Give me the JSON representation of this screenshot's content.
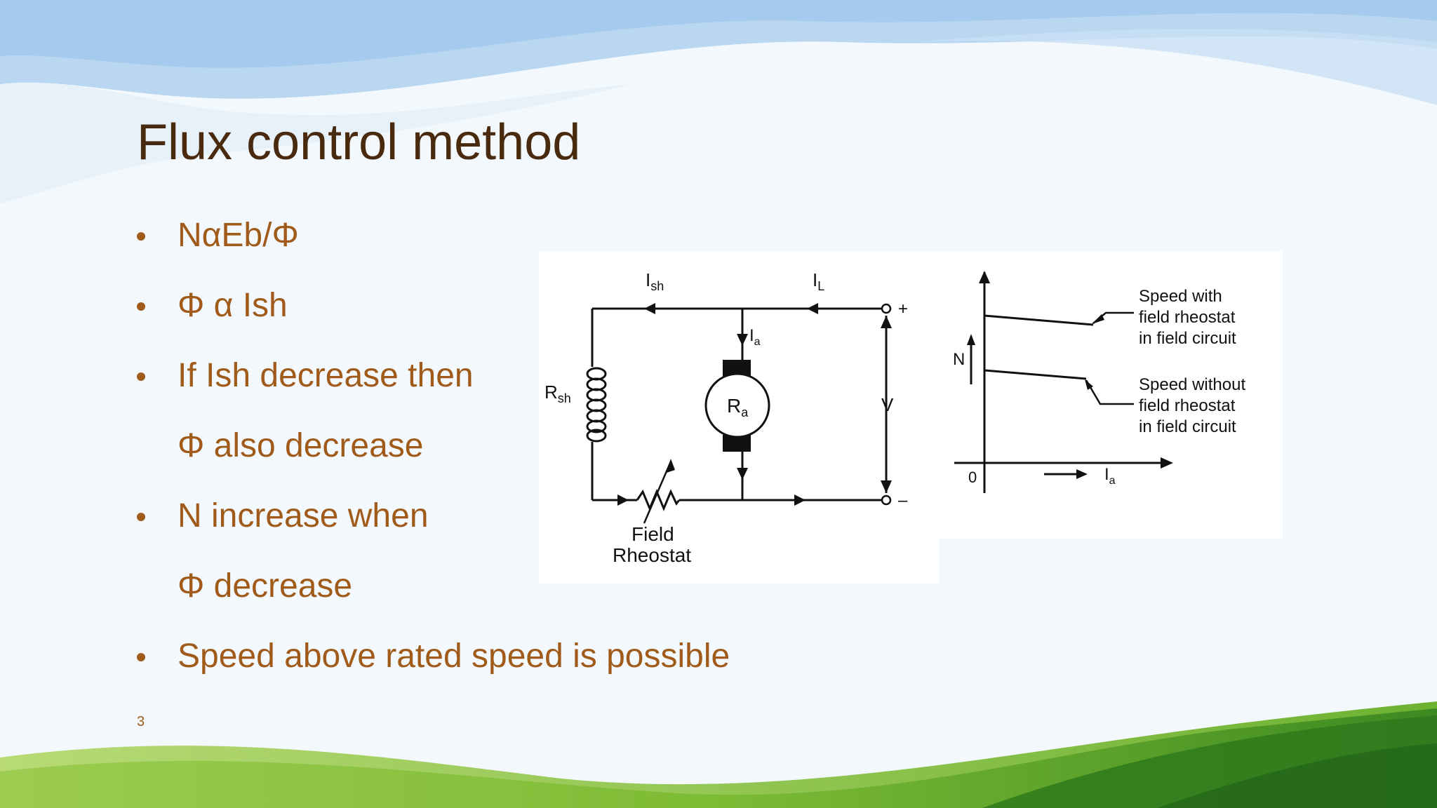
{
  "slide": {
    "title": "Flux control method",
    "number": "3"
  },
  "bullets": [
    {
      "lines": [
        "NαEb/Φ"
      ]
    },
    {
      "lines": [
        "Φ α Ish"
      ]
    },
    {
      "lines": [
        "If Ish decrease then",
        "Φ also decrease"
      ]
    },
    {
      "lines": [
        "N increase when",
        "Φ decrease"
      ]
    },
    {
      "lines": [
        "Speed above rated speed is possible"
      ]
    }
  ],
  "circuit": {
    "label_ish": "I",
    "label_ish_sub": "sh",
    "label_il": "I",
    "label_il_sub": "L",
    "label_ia": "I",
    "label_ia_sub": "a",
    "label_rsh": "R",
    "label_rsh_sub": "sh",
    "label_ra": "R",
    "label_ra_sub": "a",
    "label_v": "V",
    "label_plus": "+",
    "label_minus": "–",
    "rheostat_line1": "Field",
    "rheostat_line2": "Rheostat"
  },
  "graph": {
    "y_label": "N",
    "origin_label": "0",
    "x_label": "I",
    "x_label_sub": "a",
    "curve_with": [
      "Speed with",
      "field rheostat",
      "in field circuit"
    ],
    "curve_without": [
      "Speed without",
      "field rheostat",
      "in field circuit"
    ]
  },
  "colors": {
    "title": "#4a2a0f",
    "bullet_text": "#a05a19",
    "background": "#f3f8fc",
    "grass_dark": "#3e8a24",
    "grass_light": "#8cc63f",
    "sky_blue": "#a8cdee"
  }
}
